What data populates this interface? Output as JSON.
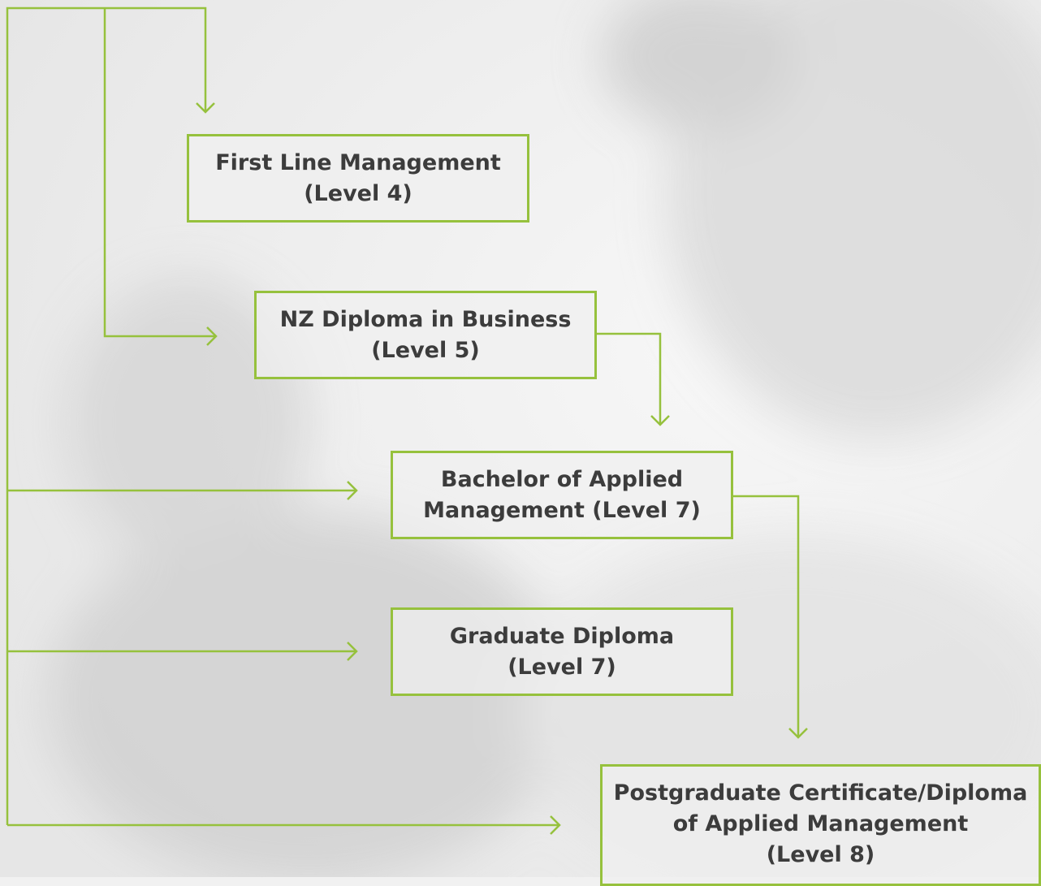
{
  "diagram": {
    "accent_color": "#96c13d",
    "text_color": "#3c3c3c",
    "nodes": {
      "first_line": {
        "line1": "First Line Management",
        "line2": "(Level 4)"
      },
      "nz_diploma": {
        "line1": "NZ Diploma in Business",
        "line2": "(Level 5)"
      },
      "bachelor": {
        "line1": "Bachelor of Applied",
        "line2": "Management (Level 7)"
      },
      "graduate": {
        "line1": "Graduate Diploma",
        "line2": "(Level 7)"
      },
      "postgrad": {
        "line1": "Postgraduate Certificate/Diploma",
        "line2": "of Applied Management",
        "line3": "(Level 8)"
      }
    }
  }
}
